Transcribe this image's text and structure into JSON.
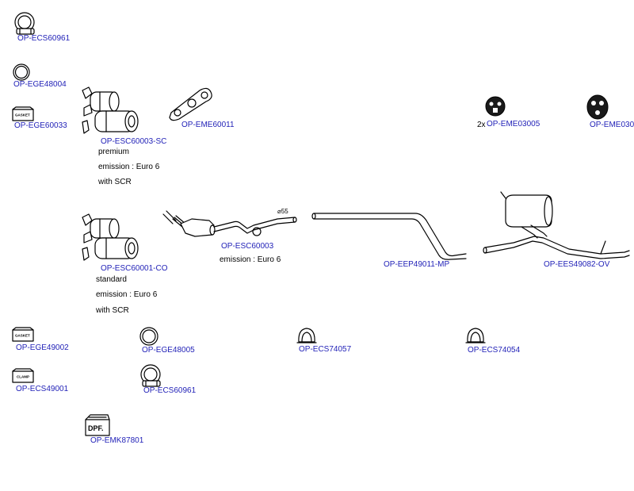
{
  "parts": {
    "ecs60961_a": "OP-ECS60961",
    "ege48004": "OP-EGE48004",
    "ege60033": "OP-EGE60033",
    "esc60003_sc": "OP-ESC60003-SC",
    "eme60011": "OP-EME60011",
    "eme03005": "OP-EME03005",
    "eme030": "OP-EME030",
    "esc60001_co": "OP-ESC60001-CO",
    "esc60003": "OP-ESC60003",
    "eep49011": "OP-EEP49011-MP",
    "ees49082": "OP-EES49082-OV",
    "ege49002": "OP-EGE49002",
    "ege48005": "OP-EGE48005",
    "ecs74057": "OP-ECS74057",
    "ecs74054": "OP-ECS74054",
    "ecs49001": "OP-ECS49001",
    "ecs60961_b": "OP-ECS60961",
    "emk87801": "OP-EMK87801"
  },
  "notes": {
    "premium": "premium",
    "emission_euro6_a": "emission : Euro 6",
    "with_scr_a": "with SCR",
    "standard": "standard",
    "emission_euro6_b": "emission : Euro 6",
    "with_scr_b": "with SCR",
    "emission_euro6_c": "emission : Euro 6",
    "qty_2x": "2x"
  },
  "box_labels": {
    "gasket_a": "GASKET",
    "gasket_b": "GASKET",
    "clamp": "CLAMP",
    "dpf": "DPF."
  },
  "dimension": {
    "diameter": "⌀55"
  },
  "icons": [
    "clamp-icon",
    "gasket-ring-icon",
    "gasket-box-icon",
    "catalyst-icon",
    "manifold-gasket-icon",
    "rubber-mount-icon",
    "dpf-kit-icon"
  ],
  "colors": {
    "label": "#2323b8",
    "text": "#000000",
    "background": "#ffffff"
  }
}
